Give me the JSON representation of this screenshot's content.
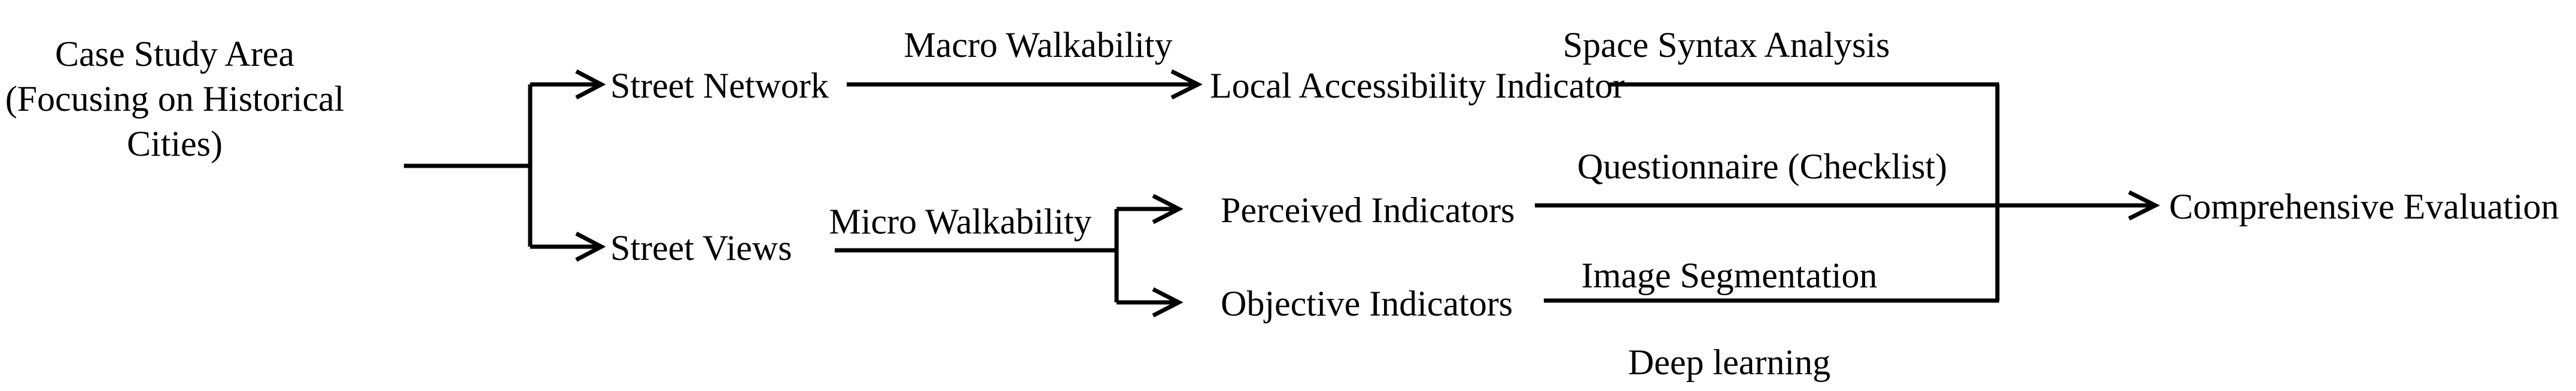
{
  "diagram": {
    "title": "Walkability Research Framework Flowchart",
    "background_color": "#ffffff",
    "line_color": "#000000",
    "text_color": "#000000",
    "nodes": {
      "source": {
        "line1": "Case Study Area",
        "line2": "(Focusing on Historical",
        "line3": "Cities)"
      },
      "street_network": "Street Network",
      "street_views": "Street Views",
      "local_accessibility": "Local Accessibility Indicator",
      "perceived_indicators": "Perceived Indicators",
      "objective_indicators": "Objective Indicators",
      "comprehensive_evaluation": "Comprehensive Evaluation"
    },
    "edge_labels": {
      "macro_walkability": "Macro Walkability",
      "micro_walkability": "Micro Walkability",
      "space_syntax": "Space Syntax Analysis",
      "questionnaire": "Questionnaire (Checklist)",
      "image_segmentation": "Image Segmentation",
      "deep_learning": "Deep learning"
    }
  }
}
